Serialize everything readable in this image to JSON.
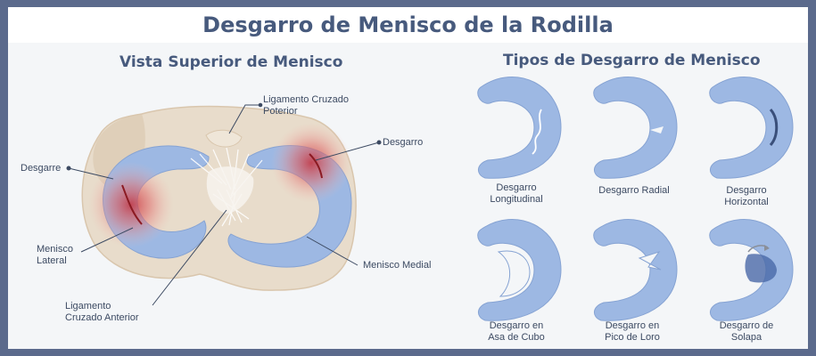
{
  "title": "Desgarro de Menisco de la Rodilla",
  "left_section": {
    "title": "Vista Superior de Menisco",
    "labels": {
      "lcp_line1": "Ligamento Cruzado",
      "lcp_line2": "Poterior",
      "desgarre": "Desgarre",
      "desgarro": "Desgarro",
      "menisco_lateral_line1": "Menisco",
      "menisco_lateral_line2": "Lateral",
      "menisco_medial": "Menisco Medial",
      "lca_line1": "Ligamento",
      "lca_line2": "Cruzado Anterior"
    }
  },
  "right_section": {
    "title": "Tipos de Desgarro de Menisco",
    "types": [
      {
        "line1": "Desgarro",
        "line2": "Longitudinal"
      },
      {
        "line1": "Desgarro Radial",
        "line2": ""
      },
      {
        "line1": "Desgarro",
        "line2": "Horizontal"
      },
      {
        "line1": "Desgarro en",
        "line2": "Asa de Cubo"
      },
      {
        "line1": "Desgarro en",
        "line2": "Pico de Loro"
      },
      {
        "line1": "Desgarro de",
        "line2": "Solapa"
      }
    ]
  },
  "colors": {
    "frame": "#5b6a8c",
    "title_text": "#475a7d",
    "meniscus_blue": "#9db8e3",
    "tibia_beige": "#e8dccb",
    "tear_red": "#c8323c"
  }
}
